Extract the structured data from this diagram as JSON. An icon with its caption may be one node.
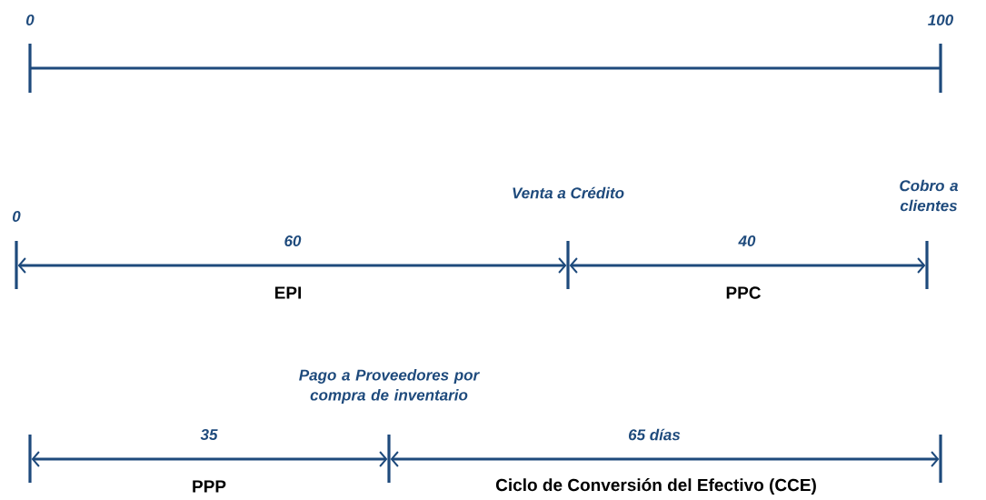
{
  "diagram": {
    "labels": [
      "0",
      "100",
      "Venta a Crédito",
      "0",
      "Cobro a clientes",
      "60",
      "40",
      "EPI",
      "PPC",
      "Pago a Proveedores por compra de inventario",
      "35",
      "65 días",
      "PPP",
      "Ciclo de Conversión del Efectivo (CCE)"
    ]
  }
}
